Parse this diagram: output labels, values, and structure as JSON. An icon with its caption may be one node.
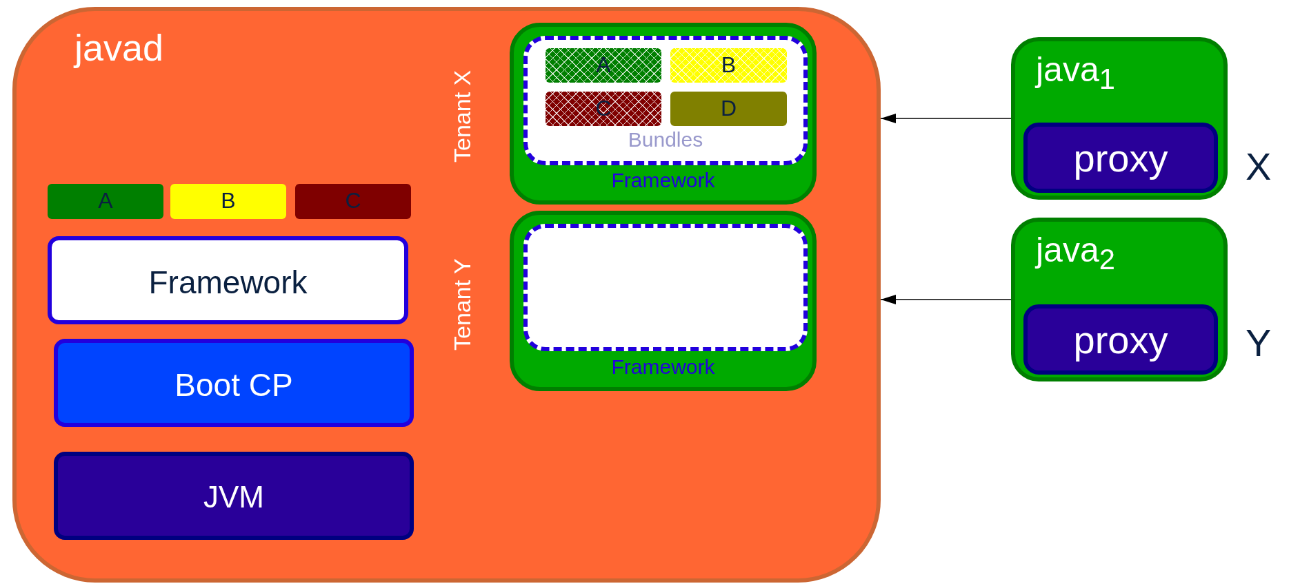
{
  "diagram": {
    "nodes": [
      {
        "text": [
          "javad"
        ]
      },
      {
        "text": [
          "A"
        ],
        "in": 0
      },
      {
        "text": [
          "B"
        ],
        "in": 0
      },
      {
        "text": [
          "C"
        ],
        "in": 0
      },
      {
        "text": [
          "Framework"
        ],
        "in": 0
      },
      {
        "text": [
          "Boot CP"
        ],
        "in": 0
      },
      {
        "text": [
          "JVM"
        ],
        "in": 0
      },
      {
        "text": [
          "Tenant X",
          "Framework"
        ],
        "in": 0
      },
      {
        "text": [
          "Bundles"
        ],
        "in": 7
      },
      {
        "text": [
          "A"
        ],
        "in": 8
      },
      {
        "text": [
          "B"
        ],
        "in": 8
      },
      {
        "text": [
          "C"
        ],
        "in": 8
      },
      {
        "text": [
          "D"
        ],
        "in": 8
      },
      {
        "text": [
          "Tenant Y",
          "Framework"
        ],
        "in": 0
      },
      {
        "text": [],
        "shape": "box",
        "in": 13
      },
      {
        "text": [
          "java$_{1}$"
        ],
        "beside": [
          "X"
        ]
      },
      {
        "text": [
          "proxy"
        ],
        "in": 15
      },
      {
        "text": [
          "java$_{2}$"
        ],
        "beside": [
          "Y"
        ]
      },
      {
        "text": [
          "proxy"
        ],
        "in": 17
      }
    ],
    "edges": [
      {
        "from": 15,
        "to": 0,
        "arrow": "to"
      },
      {
        "from": 17,
        "to": 0,
        "arrow": "to"
      }
    ]
  }
}
